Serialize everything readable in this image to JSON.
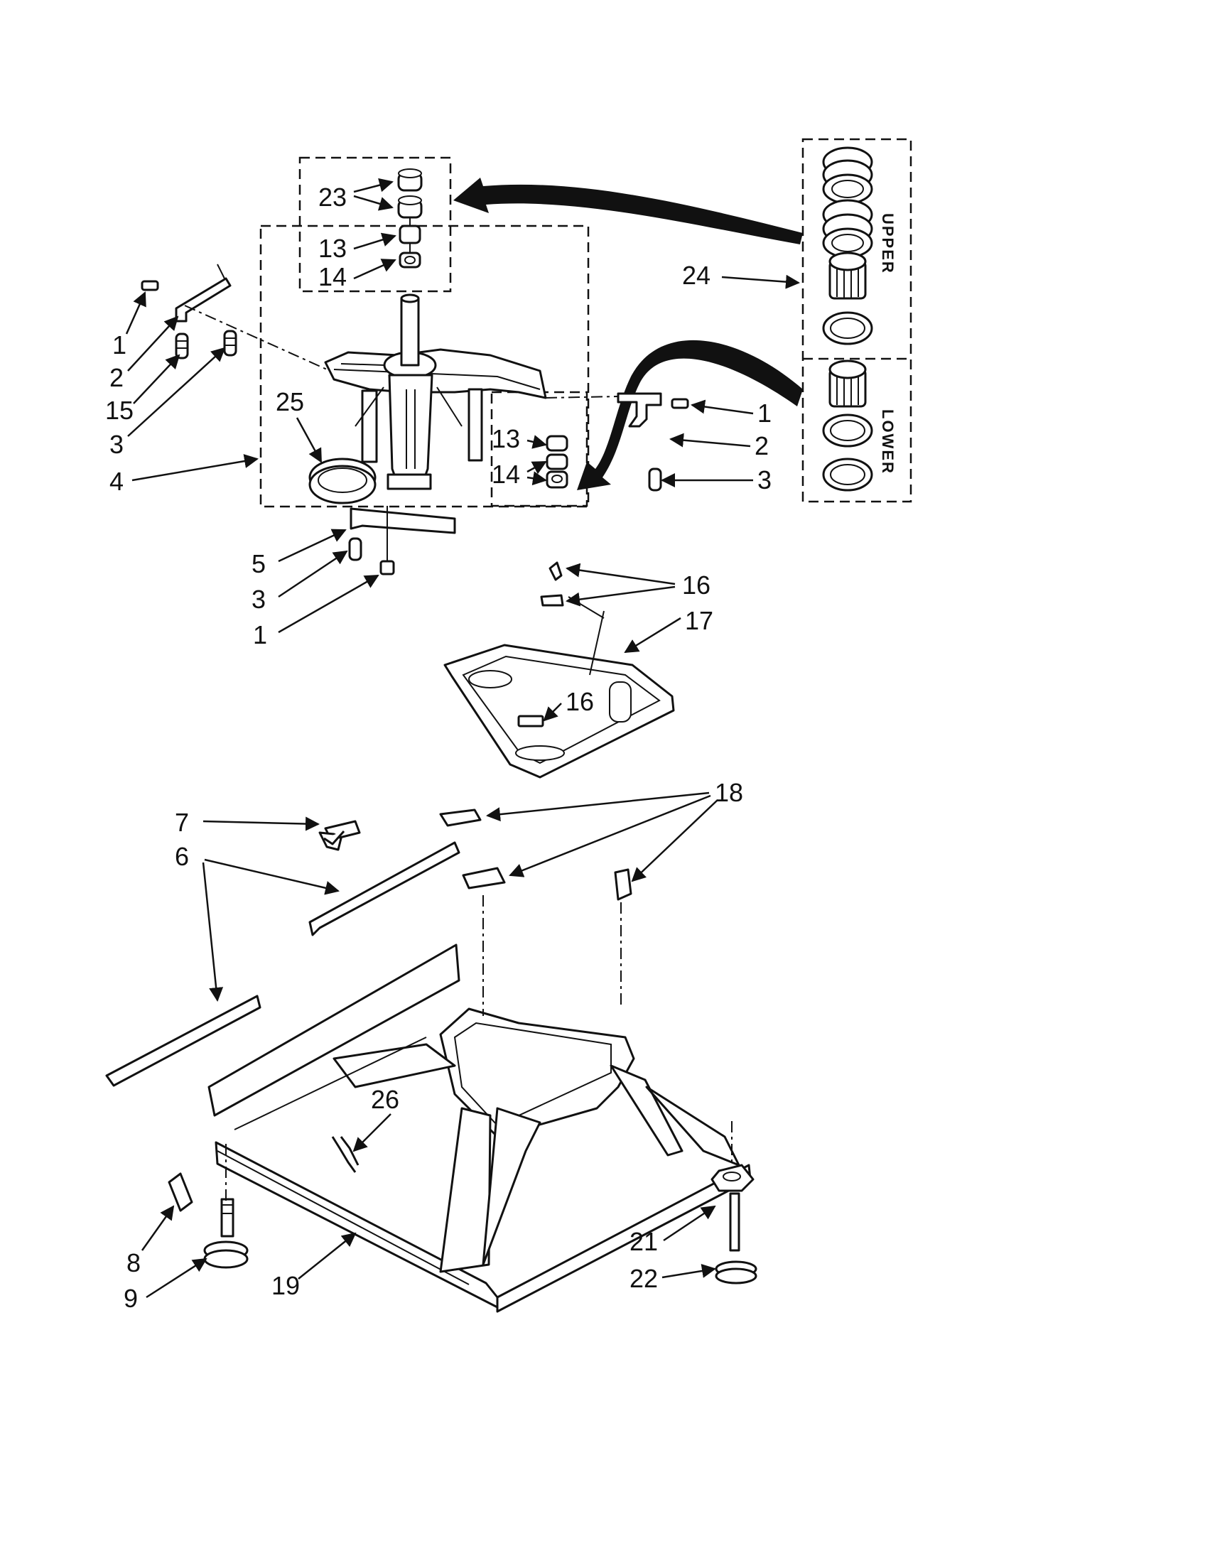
{
  "callouts": [
    {
      "id": "c23",
      "text": "23"
    },
    {
      "id": "c13a",
      "text": "13"
    },
    {
      "id": "c14a",
      "text": "14"
    },
    {
      "id": "c24",
      "text": "24"
    },
    {
      "id": "c1a",
      "text": "1"
    },
    {
      "id": "c2a",
      "text": "2"
    },
    {
      "id": "c15",
      "text": "15"
    },
    {
      "id": "c3a",
      "text": "3"
    },
    {
      "id": "c4",
      "text": "4"
    },
    {
      "id": "c25",
      "text": "25"
    },
    {
      "id": "c13b",
      "text": "13"
    },
    {
      "id": "c14b",
      "text": "14"
    },
    {
      "id": "c1b",
      "text": "1"
    },
    {
      "id": "c2b",
      "text": "2"
    },
    {
      "id": "c3b",
      "text": "3"
    },
    {
      "id": "c5",
      "text": "5"
    },
    {
      "id": "c3c",
      "text": "3"
    },
    {
      "id": "c1c",
      "text": "1"
    },
    {
      "id": "c16a",
      "text": "16"
    },
    {
      "id": "c17",
      "text": "17"
    },
    {
      "id": "c16b",
      "text": "16"
    },
    {
      "id": "c18",
      "text": "18"
    },
    {
      "id": "c7",
      "text": "7"
    },
    {
      "id": "c6",
      "text": "6"
    },
    {
      "id": "c26",
      "text": "26"
    },
    {
      "id": "c8",
      "text": "8"
    },
    {
      "id": "c9",
      "text": "9"
    },
    {
      "id": "c19",
      "text": "19"
    },
    {
      "id": "c21",
      "text": "21"
    },
    {
      "id": "c22",
      "text": "22"
    }
  ],
  "kit_labels": {
    "upper": "UPPER",
    "lower": "LOWER"
  }
}
